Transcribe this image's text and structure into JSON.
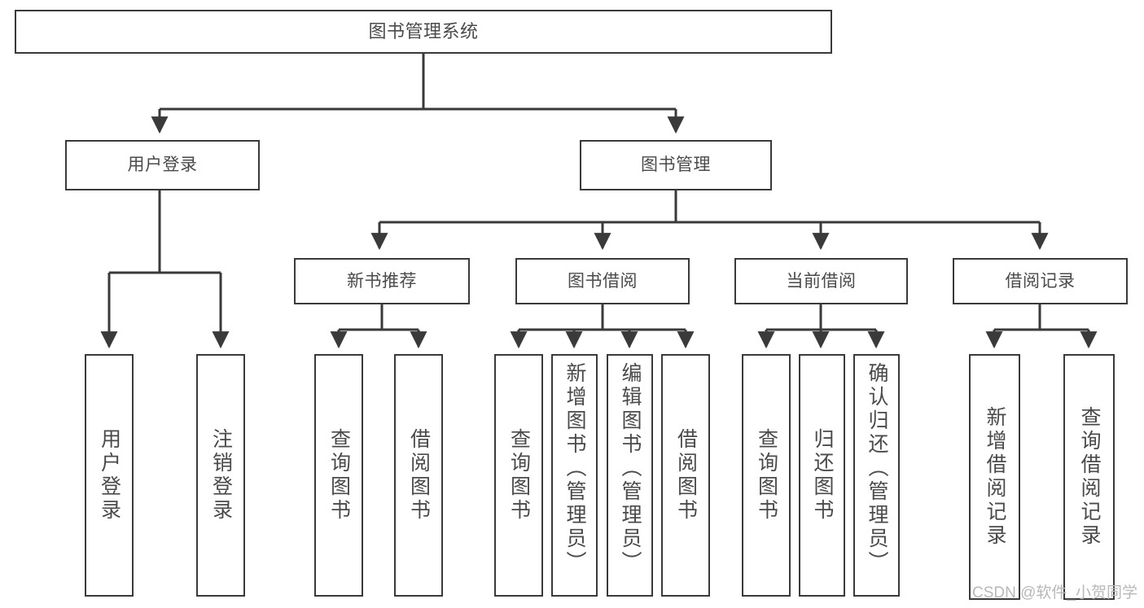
{
  "diagram": {
    "title": "图书管理系统",
    "type": "tree",
    "orientation": "top-down",
    "colors": {
      "box_border": "#3a3a3a",
      "box_fill": "#ffffff",
      "text": "#4a4a4a",
      "edge": "#3a3a3a",
      "background": "#ffffff",
      "watermark": "#b8b8b8"
    },
    "watermark": "CSDN @软件_小贺同学"
  },
  "nodes": {
    "root": {
      "label": "图书管理系统"
    },
    "level1": [
      {
        "label": "用户登录"
      },
      {
        "label": "图书管理"
      }
    ],
    "level2": [
      {
        "label": "新书推荐"
      },
      {
        "label": "图书借阅"
      },
      {
        "label": "当前借阅"
      },
      {
        "label": "借阅记录"
      }
    ],
    "leaves": {
      "user_login": [
        {
          "label": "用户登录"
        },
        {
          "label": "注销登录"
        }
      ],
      "new_book_recommend": [
        {
          "label": "查询图书"
        },
        {
          "label": "借阅图书"
        }
      ],
      "book_borrow": [
        {
          "label": "查询图书"
        },
        {
          "label": "新增图书（管理员）"
        },
        {
          "label": "编辑图书（管理员）"
        },
        {
          "label": "借阅图书"
        }
      ],
      "current_borrow": [
        {
          "label": "查询图书"
        },
        {
          "label": "归还图书"
        },
        {
          "label": "确认归还（管理员）"
        }
      ],
      "borrow_record": [
        {
          "label": "新增借阅记录"
        },
        {
          "label": "查询借阅记录"
        }
      ]
    }
  }
}
